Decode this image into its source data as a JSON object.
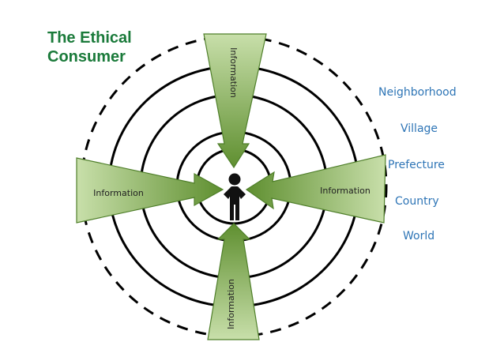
{
  "title": {
    "line1": "The Ethical",
    "line2": "Consumer"
  },
  "scopes": [
    "Neighborhood",
    "Village",
    "Prefecture",
    "Country",
    "World"
  ],
  "arrows": {
    "top": "Information",
    "left": "Information",
    "right": "Information",
    "bottom": "Information"
  },
  "colors": {
    "title": "#1a7a3a",
    "scope_text": "#2e75b6",
    "arrow_fill_light": "#c6dca8",
    "arrow_fill_dark": "#6a9a3a",
    "arrow_stroke": "#4f7f2a",
    "rings": "#000000"
  },
  "icons": {
    "center": "person-icon"
  }
}
